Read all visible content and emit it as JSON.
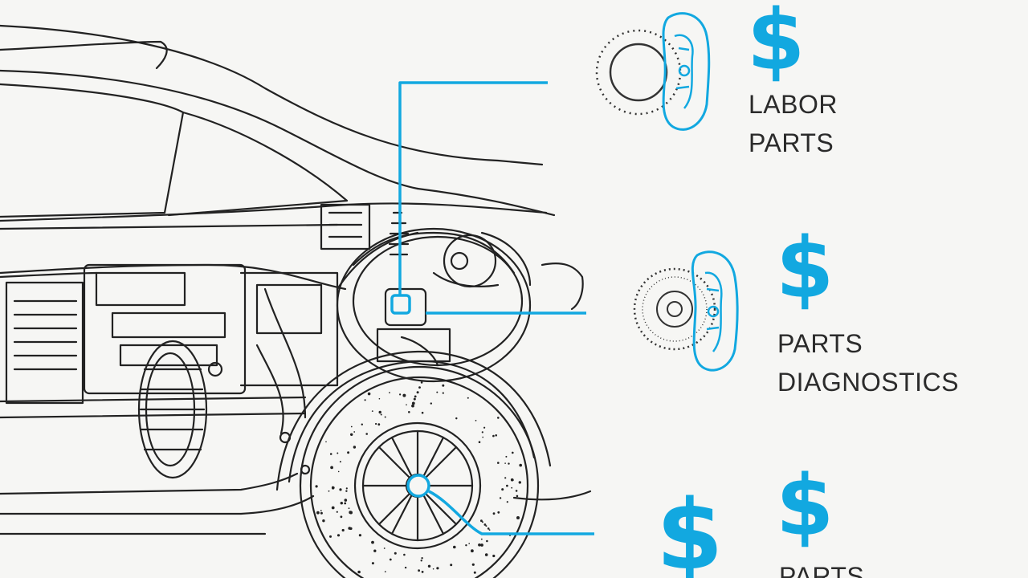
{
  "colors": {
    "accent": "#12a8e0",
    "line_art": "#222222",
    "background": "#f6f6f4"
  },
  "callouts": [
    {
      "symbol": "$",
      "icon": "brake-rotor-caliper-icon",
      "labels": [
        "LABOR",
        "PARTS"
      ]
    },
    {
      "symbol": "$",
      "icon": "brake-disc-caliper-icon",
      "labels": [
        "PARTS",
        "DIAGNOSTICS"
      ]
    },
    {
      "symbol": "$",
      "icon": "",
      "labels": [
        "PARTS"
      ]
    },
    {
      "symbol": "$",
      "icon": "",
      "labels": []
    }
  ]
}
